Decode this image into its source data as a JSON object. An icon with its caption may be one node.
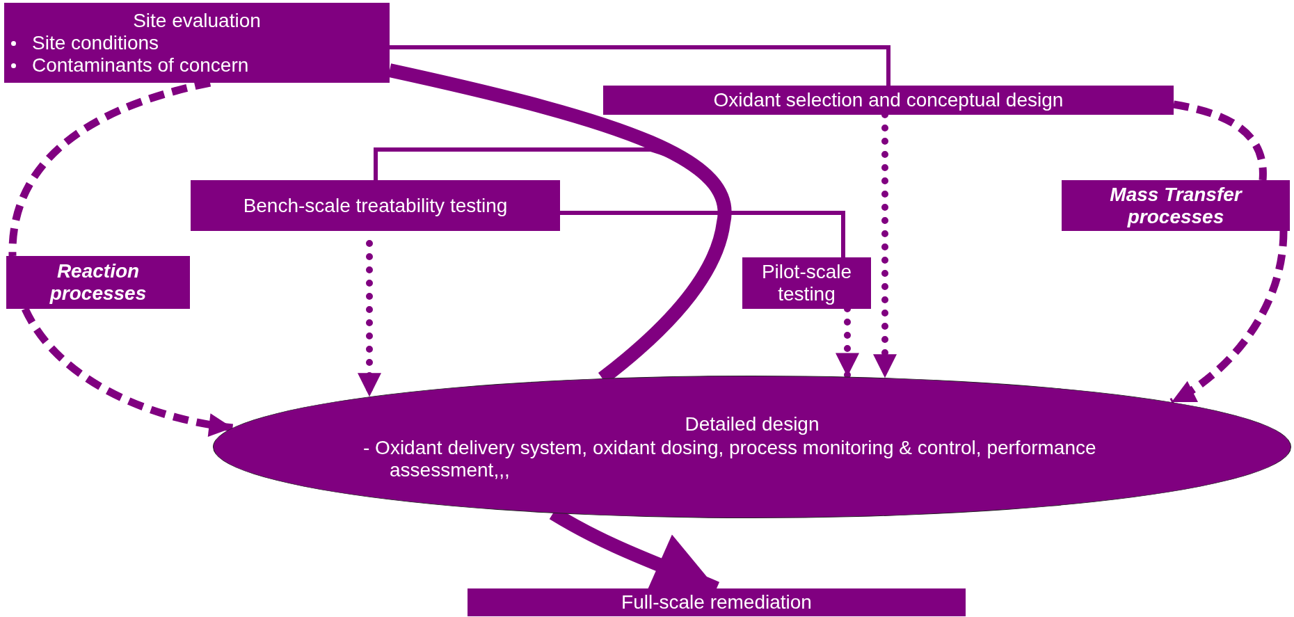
{
  "diagram": {
    "nodes": [
      {
        "text": [
          "Site evaluation",
          "Site conditions",
          "Contaminants of concern"
        ]
      },
      {
        "text": [
          "Oxidant selection and conceptual design"
        ]
      },
      {
        "text": [
          "Bench-scale treatability testing"
        ]
      },
      {
        "text": [
          "Pilot-scale testing"
        ]
      },
      {
        "text": [
          "Reaction processes"
        ]
      },
      {
        "text": [
          "Mass Transfer processes"
        ]
      },
      {
        "text": [
          "Detailed design",
          "- Oxidant delivery system, oxidant dosing, process monitoring & control, performance assessment,,,"
        ]
      },
      {
        "text": [
          "Full-scale remediation"
        ]
      }
    ],
    "edges": [
      {
        "from": 0,
        "to": 1,
        "arrow": "none"
      },
      {
        "from": 0,
        "to": 6,
        "arrow": "none",
        "style": "thick"
      },
      {
        "from": 2,
        "to": 6,
        "arrow": "none"
      },
      {
        "from": 2,
        "to": 3,
        "arrow": "none"
      },
      {
        "from": 2,
        "to": 6,
        "arrow": "to",
        "style": "dashed"
      },
      {
        "from": 3,
        "to": 6,
        "arrow": "to",
        "style": "dashed"
      },
      {
        "from": 1,
        "to": 6,
        "arrow": "to",
        "style": "dashed"
      },
      {
        "from": 0,
        "to": 4,
        "arrow": "none",
        "style": "dashed"
      },
      {
        "from": 4,
        "to": 6,
        "arrow": "to",
        "style": "dashed"
      },
      {
        "from": 1,
        "to": 5,
        "arrow": "none",
        "style": "dashed"
      },
      {
        "from": 5,
        "to": 6,
        "arrow": "to",
        "style": "dashed"
      },
      {
        "from": 6,
        "to": 7,
        "arrow": "to",
        "style": "thick"
      }
    ]
  }
}
